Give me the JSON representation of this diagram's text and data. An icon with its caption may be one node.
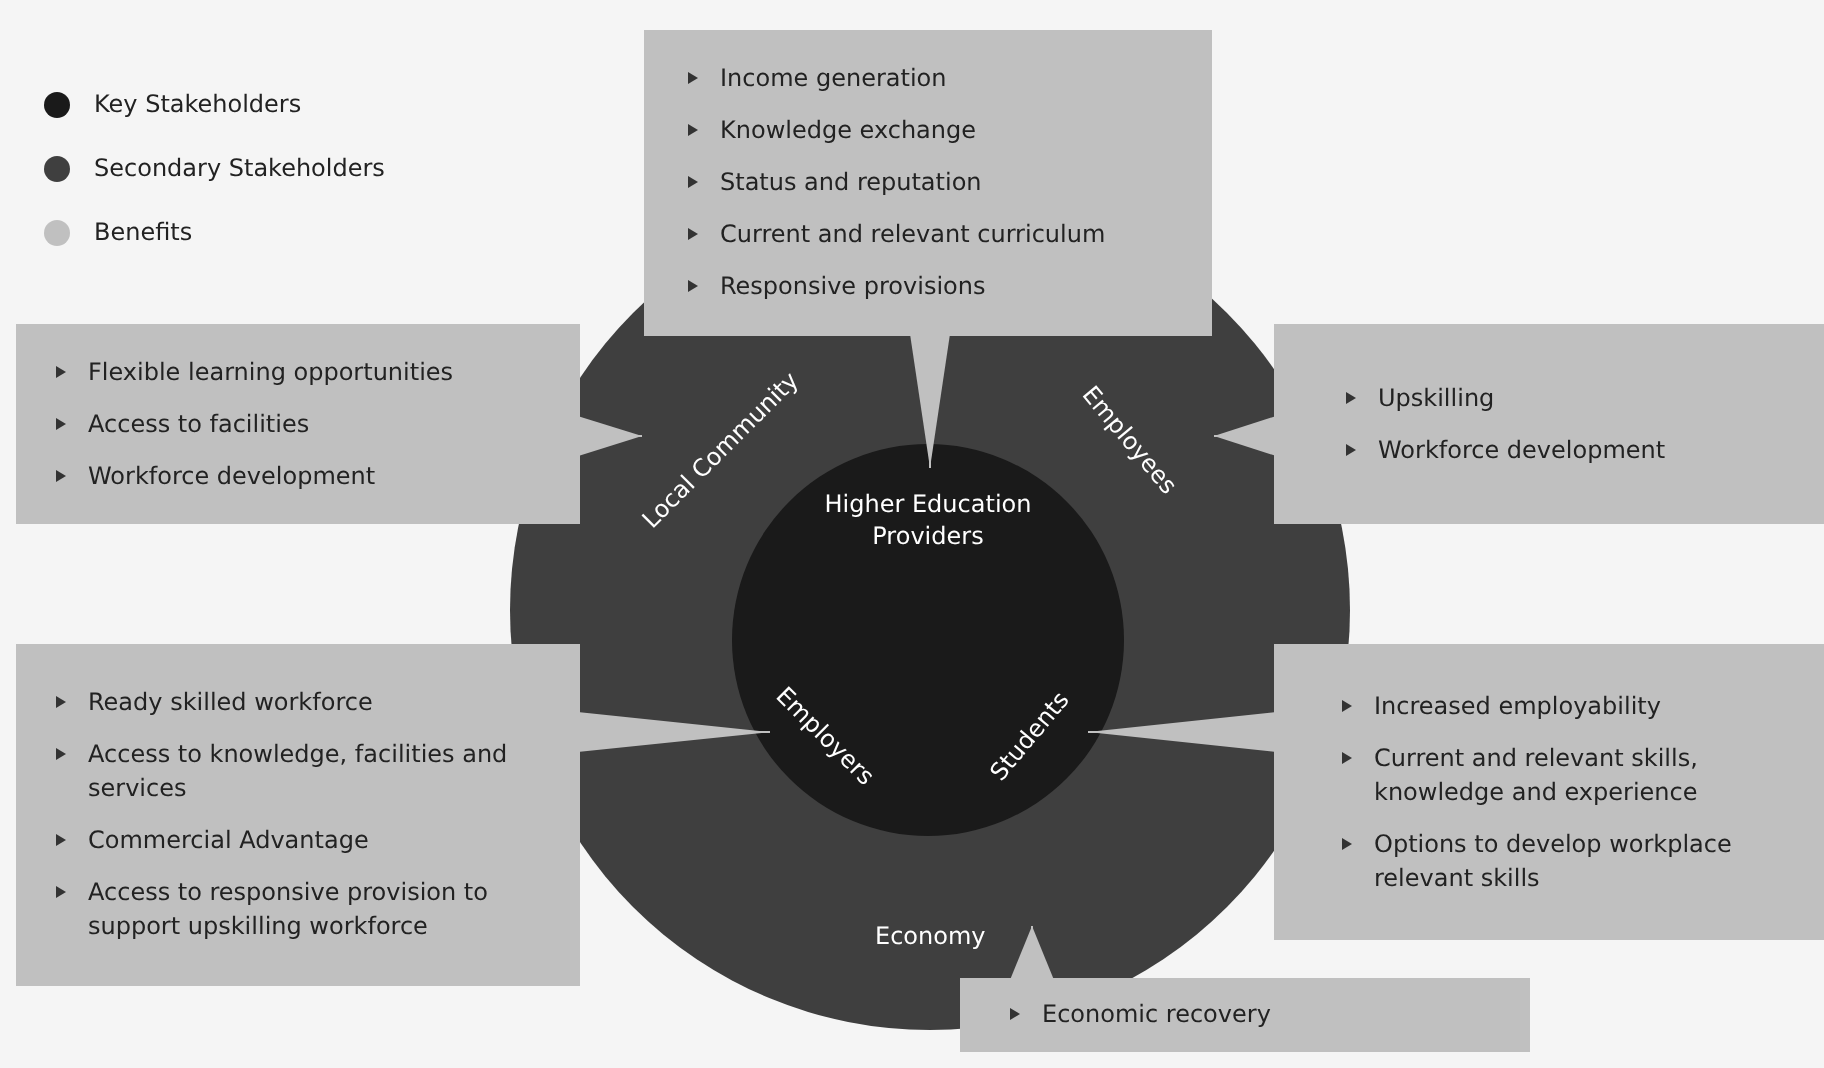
{
  "diagram": {
    "nodes": [
      {
        "text": [],
        "shape": "circle"
      },
      {
        "text": [
          "Higher Education Providers"
        ],
        "in": 0
      },
      {
        "text": [
          "Local Community"
        ],
        "in": 0
      },
      {
        "text": [
          "Employees"
        ],
        "in": 0
      },
      {
        "text": [
          "Employers"
        ],
        "in": 1
      },
      {
        "text": [
          "Students"
        ],
        "in": 1
      },
      {
        "text": [
          "Economy"
        ],
        "in": 0
      },
      {
        "text": [
          "Income generation",
          "Knowledge exchange",
          "Status and reputation",
          "Current and relevant curriculum",
          "Responsive provisions"
        ]
      },
      {
        "text": [
          "Flexible learning opportunities",
          "Access to facilities",
          "Workforce development"
        ]
      },
      {
        "text": [
          "Upskilling",
          "Workforce development"
        ]
      },
      {
        "text": [
          "Ready skilled workforce",
          "Access to knowledge, facilities and services",
          "Commercial Advantage",
          "Access to responsive provision to support upskilling workforce"
        ]
      },
      {
        "text": [
          "Increased employability",
          "Current and relevant skills, knowledge and experience",
          "Options to develop workplace relevant skills"
        ]
      },
      {
        "text": [
          "Economic recovery"
        ]
      }
    ],
    "edges": [
      {
        "from": 7,
        "to": 1,
        "arrow": "to"
      },
      {
        "from": 8,
        "to": 2,
        "arrow": "to"
      },
      {
        "from": 9,
        "to": 3,
        "arrow": "to"
      },
      {
        "from": 10,
        "to": 4,
        "arrow": "to"
      },
      {
        "from": 11,
        "to": 5,
        "arrow": "to"
      },
      {
        "from": 12,
        "to": 6,
        "arrow": "to"
      }
    ],
    "legend": [
      {
        "text": "Key Stakeholders",
        "color": "#1a1a1a"
      },
      {
        "text": "Secondary Stakeholders",
        "color": "#3f3f3f"
      },
      {
        "text": "Benefits",
        "color": "#c0c0c0"
      }
    ]
  }
}
